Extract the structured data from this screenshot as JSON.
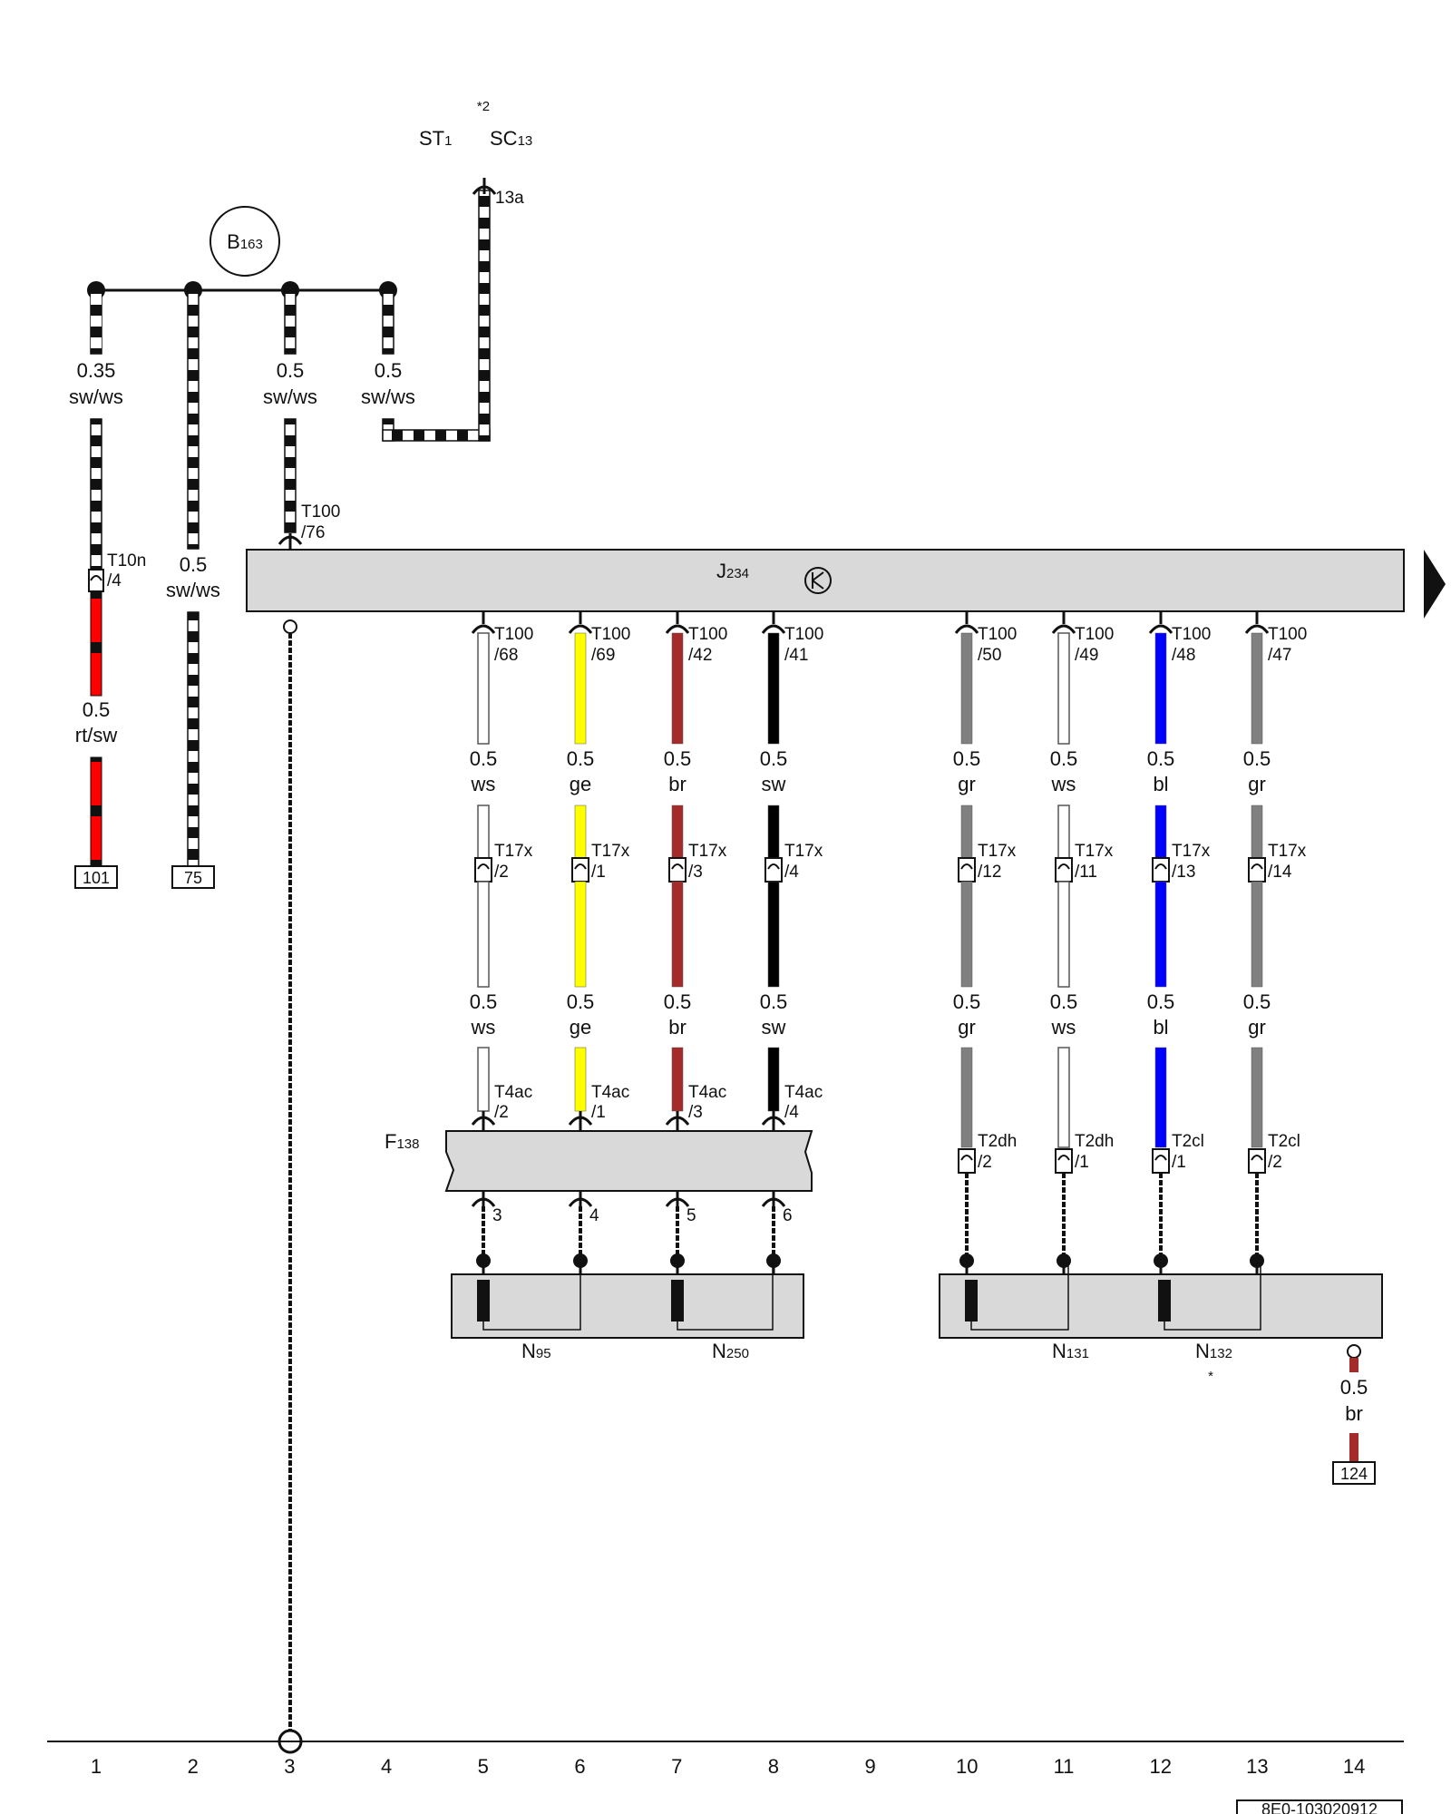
{
  "colors": {
    "ws": "#ffffff",
    "ge": "#ffff00",
    "br": "#a52a2a",
    "sw": "#000000",
    "gr": "#808080",
    "bl": "#0000ff",
    "rt": "#ff0000",
    "component_fill": "#d9d9d9"
  },
  "components": {
    "b163": {
      "prefix": "B",
      "sub": "163"
    },
    "st1": {
      "prefix": "ST",
      "sub": "1"
    },
    "sc13": {
      "prefix": "SC",
      "sub": "13"
    },
    "sc_note": "*2",
    "sc_pin": "13a",
    "j234": {
      "prefix": "J",
      "sub": "234"
    },
    "f138": {
      "prefix": "F",
      "sub": "138"
    },
    "n95": {
      "prefix": "N",
      "sub": "95"
    },
    "n250": {
      "prefix": "N",
      "sub": "250"
    },
    "n131": {
      "prefix": "N",
      "sub": "131"
    },
    "n132": {
      "prefix": "N",
      "sub": "132"
    },
    "n132_note": "*"
  },
  "top_wires": [
    {
      "size": "0.35",
      "color": "sw/ws",
      "conn": "T10n",
      "pin": "/4",
      "lower_size": "0.5",
      "lower_color": "rt/sw",
      "ref": "101"
    },
    {
      "size": "0.5",
      "color": "sw/ws",
      "ref": "75"
    },
    {
      "size": "0.5",
      "color": "sw/ws",
      "conn": "T100",
      "pin": "/76"
    },
    {
      "size": "0.5",
      "color": "sw/ws"
    }
  ],
  "main_wires": [
    {
      "color_code": "ws",
      "size": "0.5",
      "j_conn": "T100",
      "j_pin": "/68",
      "mid_conn": "T17x",
      "mid_pin": "/2",
      "bot_conn": "T4ac",
      "bot_pin": "/2",
      "out_pin": "3"
    },
    {
      "color_code": "ge",
      "size": "0.5",
      "j_conn": "T100",
      "j_pin": "/69",
      "mid_conn": "T17x",
      "mid_pin": "/1",
      "bot_conn": "T4ac",
      "bot_pin": "/1",
      "out_pin": "4"
    },
    {
      "color_code": "br",
      "size": "0.5",
      "j_conn": "T100",
      "j_pin": "/42",
      "mid_conn": "T17x",
      "mid_pin": "/3",
      "bot_conn": "T4ac",
      "bot_pin": "/3",
      "out_pin": "5"
    },
    {
      "color_code": "sw",
      "size": "0.5",
      "j_conn": "T100",
      "j_pin": "/41",
      "mid_conn": "T17x",
      "mid_pin": "/4",
      "bot_conn": "T4ac",
      "bot_pin": "/4",
      "out_pin": "6"
    },
    {
      "color_code": "gr",
      "size": "0.5",
      "j_conn": "T100",
      "j_pin": "/50",
      "mid_conn": "T17x",
      "mid_pin": "/12",
      "bot_conn": "T2dh",
      "bot_pin": "/2"
    },
    {
      "color_code": "ws",
      "size": "0.5",
      "j_conn": "T100",
      "j_pin": "/49",
      "mid_conn": "T17x",
      "mid_pin": "/11",
      "bot_conn": "T2dh",
      "bot_pin": "/1"
    },
    {
      "color_code": "bl",
      "size": "0.5",
      "j_conn": "T100",
      "j_pin": "/48",
      "mid_conn": "T17x",
      "mid_pin": "/13",
      "bot_conn": "T2cl",
      "bot_pin": "/1"
    },
    {
      "color_code": "gr",
      "size": "0.5",
      "j_conn": "T100",
      "j_pin": "/47",
      "mid_conn": "T17x",
      "mid_pin": "/14",
      "bot_conn": "T2cl",
      "bot_pin": "/2"
    }
  ],
  "right_branch": {
    "size": "0.5",
    "color": "br",
    "ref": "124"
  },
  "columns": [
    "1",
    "2",
    "3",
    "4",
    "5",
    "6",
    "7",
    "8",
    "9",
    "10",
    "11",
    "12",
    "13",
    "14"
  ],
  "doc_ref": "8E0-103020912"
}
